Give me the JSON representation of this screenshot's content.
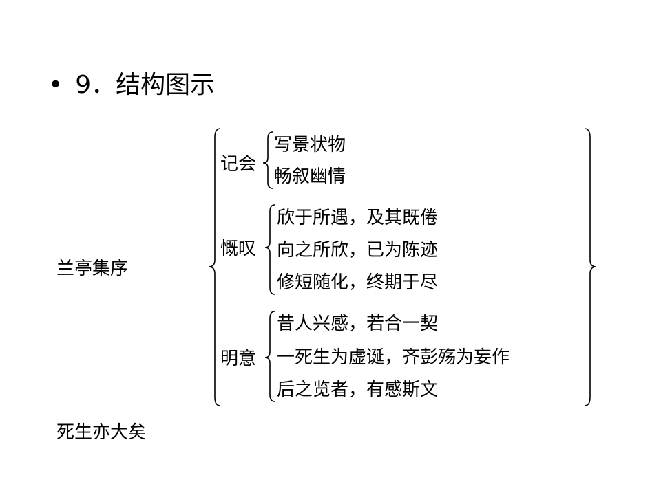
{
  "title": {
    "bullet": "•",
    "text": "9．结构图示"
  },
  "root": {
    "label": "兰亭集序",
    "footer": "死生亦大矣"
  },
  "sections": [
    {
      "label": "记会",
      "lines": [
        "写景状物",
        "畅叙幽情"
      ]
    },
    {
      "label": "慨叹",
      "lines": [
        "欣于所遇，及其既倦",
        "向之所欣，已为陈迹",
        "修短随化，终期于尽"
      ]
    },
    {
      "label": "明意",
      "lines": [
        "昔人兴感，若合一契",
        "一死生为虚诞，齐彭殇为妄作",
        "后之览者，有感斯文"
      ]
    }
  ]
}
